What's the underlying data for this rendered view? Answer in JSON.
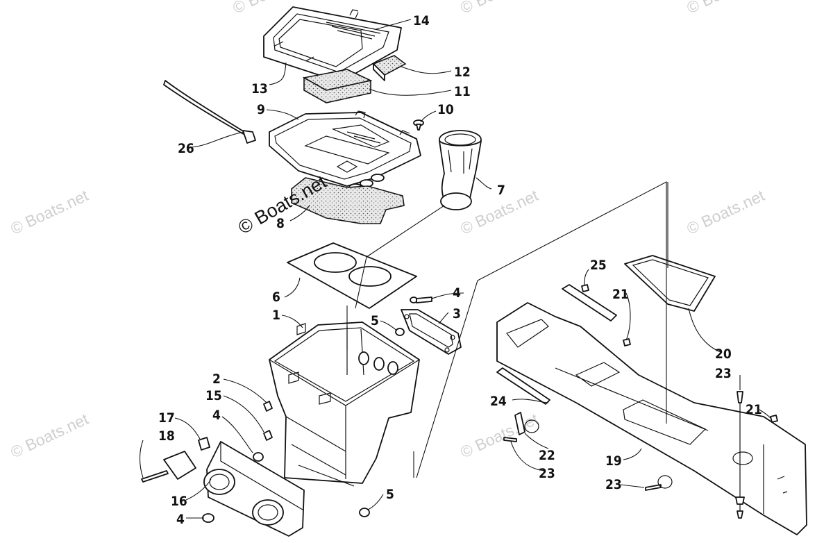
{
  "diagram": {
    "watermark_text": "© Boats.net",
    "callouts": [
      {
        "id": "c1",
        "text": "1"
      },
      {
        "id": "c2",
        "text": "2"
      },
      {
        "id": "c3",
        "text": "3"
      },
      {
        "id": "c4a",
        "text": "4"
      },
      {
        "id": "c4b",
        "text": "4"
      },
      {
        "id": "c4c",
        "text": "4"
      },
      {
        "id": "c5a",
        "text": "5"
      },
      {
        "id": "c5b",
        "text": "5"
      },
      {
        "id": "c6",
        "text": "6"
      },
      {
        "id": "c7",
        "text": "7"
      },
      {
        "id": "c8",
        "text": "8"
      },
      {
        "id": "c9",
        "text": "9"
      },
      {
        "id": "c10",
        "text": "10"
      },
      {
        "id": "c11",
        "text": "11"
      },
      {
        "id": "c12",
        "text": "12"
      },
      {
        "id": "c13",
        "text": "13"
      },
      {
        "id": "c14",
        "text": "14"
      },
      {
        "id": "c15",
        "text": "15"
      },
      {
        "id": "c16",
        "text": "16"
      },
      {
        "id": "c17",
        "text": "17"
      },
      {
        "id": "c18",
        "text": "18"
      },
      {
        "id": "c19",
        "text": "19"
      },
      {
        "id": "c20",
        "text": "20"
      },
      {
        "id": "c21a",
        "text": "21"
      },
      {
        "id": "c21b",
        "text": "21"
      },
      {
        "id": "c22",
        "text": "22"
      },
      {
        "id": "c23a",
        "text": "23"
      },
      {
        "id": "c23b",
        "text": "23"
      },
      {
        "id": "c23c",
        "text": "23"
      },
      {
        "id": "c24",
        "text": "24"
      },
      {
        "id": "c25",
        "text": "25"
      },
      {
        "id": "c26",
        "text": "26"
      }
    ]
  }
}
